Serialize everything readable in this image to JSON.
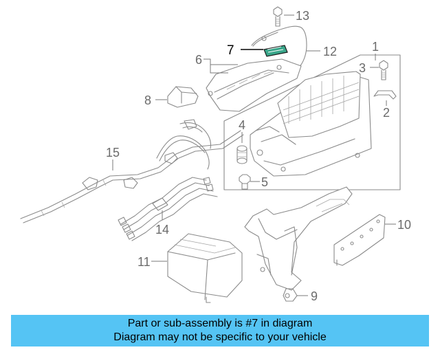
{
  "callouts": {
    "c1": "1",
    "c2": "2",
    "c3": "3",
    "c4": "4",
    "c5": "5",
    "c6": "6",
    "c7": "7",
    "c8": "8",
    "c9": "9",
    "c10": "10",
    "c11": "11",
    "c12": "12",
    "c13": "13",
    "c14": "14",
    "c15": "15"
  },
  "highlighted_part": "7",
  "colors": {
    "banner": "#55c4f4",
    "highlight_label": "#3aa68a",
    "line": "#8a8a8a"
  },
  "banner": {
    "line1": "Part or sub-assembly is #7 in diagram",
    "line2": "Diagram may not be specific to your vehicle"
  }
}
